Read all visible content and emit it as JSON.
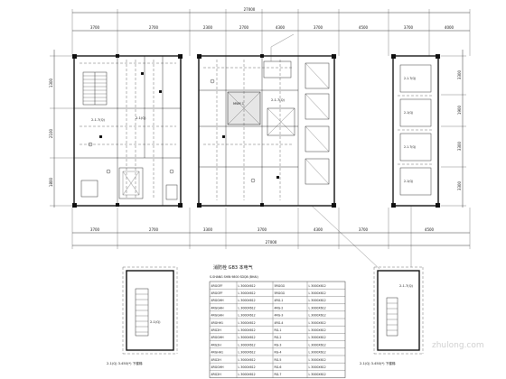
{
  "drawing": {
    "caption": "消防栓 GB3  本电气",
    "detail_left_label": "2-1(Q) 3.450(*)  下楼梯",
    "detail_right_label": "2-1(Q) 3.450(*)  下楼梯",
    "pipe_tag_left": "2-1.7(Q)",
    "pipe_tag_center": "2-1.7(Q)",
    "pipe_tag_right": "2-1.7(Q)",
    "room_tag": "MWY-1",
    "equip_tag": "2-1(Q)",
    "top_dims": [
      "3700",
      "2700",
      "2300",
      "2700",
      "4300",
      "3700",
      "4500",
      "3700",
      "4000"
    ],
    "bottom_dims": [
      "3700",
      "2700",
      "3300",
      "3700",
      "4300",
      "3700",
      "4500"
    ],
    "top_total": "27000",
    "bottom_total": "27000",
    "left_dims": [
      "1300",
      "2100",
      "1800"
    ],
    "right_dims": [
      "3300",
      "1900",
      "3300",
      "3300"
    ]
  },
  "table": {
    "header": "S-SHANG SHIN 9800 SDQ8 (BHAI)",
    "rows": [
      [
        "4RGGFF",
        "L 3000X612",
        "5RGGG",
        "L 3000X612"
      ],
      [
        "4RGGFF",
        "L 3000X612",
        "5RGGG",
        "L 3000X612"
      ],
      [
        "4RGGHH",
        "L 3000X612",
        "4RG-1",
        "L 3000X612"
      ],
      [
        "4RGGHH",
        "L 3000X612",
        "4RG-2",
        "L 3000X612"
      ],
      [
        "4RGGHH",
        "L 3000X612",
        "4RG-3",
        "L 3000X612"
      ],
      [
        "4RGHH1",
        "L 3000X612",
        "4RG-4",
        "L 3000X612"
      ],
      [
        "4RG2H",
        "L 3000X612",
        "RG-1",
        "L 3000X612"
      ],
      [
        "4RGGHH",
        "L 3000X612",
        "RG-2",
        "L 3000X612"
      ],
      [
        "4RG2H",
        "L 3000X612",
        "RG-3",
        "L 3000X612"
      ],
      [
        "4RGHH1",
        "L 3000X612",
        "RG-4",
        "L 3000X612"
      ],
      [
        "4RG2H",
        "L 3000X612",
        "RG-5",
        "L 3000X612"
      ],
      [
        "4RGGHH",
        "L 3000X612",
        "RG-6",
        "L 3000X612"
      ],
      [
        "4RG2H",
        "L 3000X612",
        "RG-7",
        "L 3000X612"
      ]
    ]
  },
  "watermark": "zhulong.com"
}
